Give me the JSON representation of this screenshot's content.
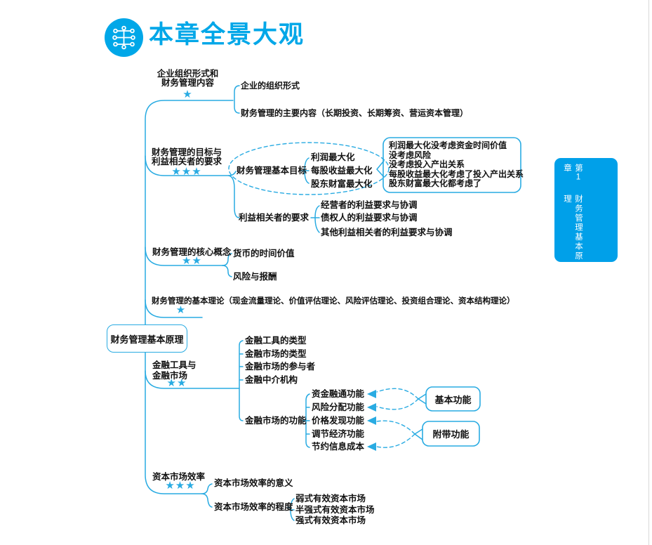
{
  "header": {
    "title": "本章全景大观"
  },
  "side_tab": {
    "chapter": "第1章",
    "title": "财务管理基本原理"
  },
  "root_label": "财务管理基本原理",
  "b1": {
    "l1": "企业组织形式和",
    "l2": "财务管理内容",
    "stars": "★",
    "c1": "企业的组织形式",
    "c2": "财务管理的主要内容（长期投资、长期筹资、营运资本管理）"
  },
  "b2": {
    "l1": "财务管理的目标与",
    "l2": "利益相关者的要求",
    "stars": "★★★",
    "goals": {
      "label": "财务管理基本目标",
      "items": [
        "利润最大化",
        "每股收益最大化",
        "股东财富最大化"
      ]
    },
    "note": [
      "利润最大化没考虑资金时间价值",
      "没考虑风险",
      "没考虑投入产出关系",
      "每股收益最大化考虑了投入产出关系",
      "股东财富最大化都考虑了"
    ],
    "stakeholders": {
      "label": "利益相关者的要求",
      "items": [
        "经营者的利益要求与协调",
        "债权人的利益要求与协调",
        "其他利益相关者的利益要求与协调"
      ]
    }
  },
  "b3": {
    "label": "财务管理的核心概念",
    "stars": "★★",
    "items": [
      "货币的时间价值",
      "风险与报酬"
    ]
  },
  "b4": {
    "label": "财务管理的基本理论（现金流量理论、价值评估理论、风险评估理论、投资组合理论、资本结构理论）",
    "stars": "★"
  },
  "b5": {
    "l1": "金融工具与",
    "l2": "金融市场",
    "stars": "★★",
    "items": [
      "金融工具的类型",
      "金融市场的类型",
      "金融市场的参与者",
      "金融中介机构"
    ],
    "functions": {
      "label": "金融市场的功能",
      "items": [
        "资金融通功能",
        "风险分配功能",
        "价格发现功能",
        "调节经济功能",
        "节约信息成本"
      ],
      "basic": "基本功能",
      "attached": "附带功能"
    }
  },
  "b6": {
    "label": "资本市场效率",
    "stars": "★★★",
    "c1": "资本市场效率的意义",
    "degree": {
      "label": "资本市场效率的程度",
      "items": [
        "弱式有效资本市场",
        "半强式有效资本市场",
        "强式有效资本市场"
      ]
    }
  },
  "colors": {
    "accent": "#00A0E9",
    "line": "#29ABE2"
  }
}
